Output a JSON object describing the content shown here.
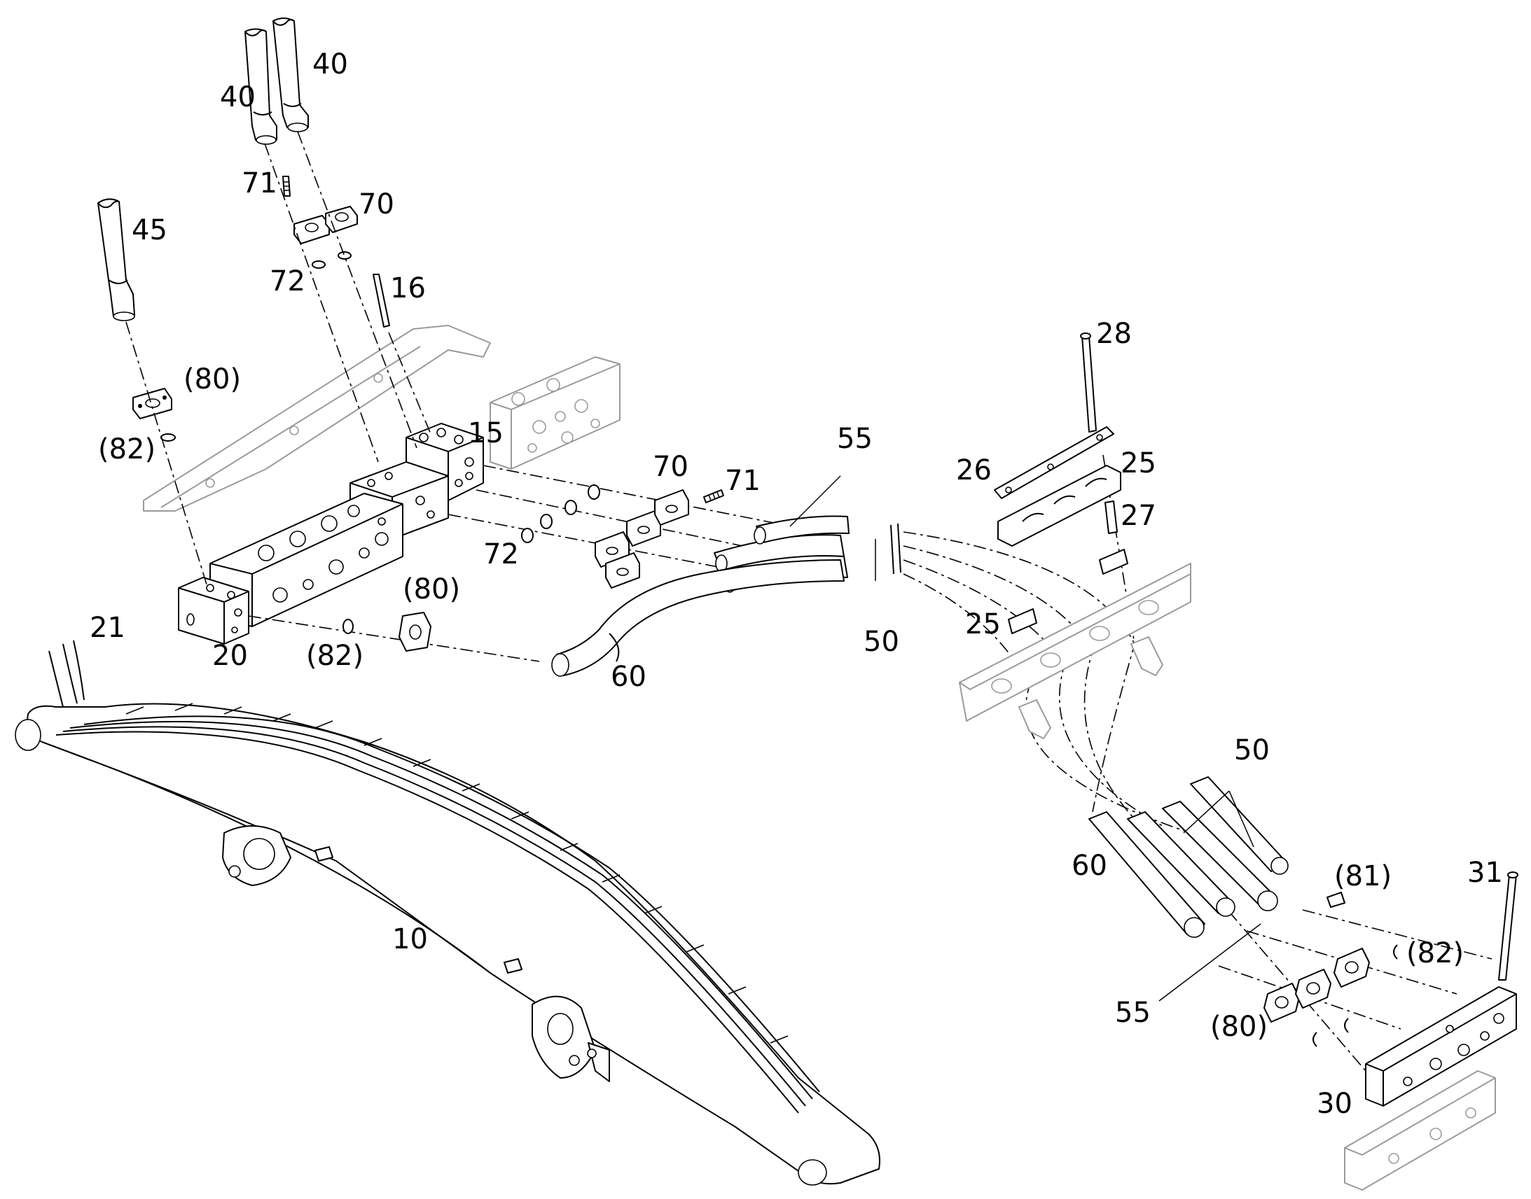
{
  "callouts": [
    {
      "id": "c10",
      "text": "10"
    },
    {
      "id": "c15",
      "text": "15"
    },
    {
      "id": "c16",
      "text": "16"
    },
    {
      "id": "c20",
      "text": "20"
    },
    {
      "id": "c21",
      "text": "21"
    },
    {
      "id": "c25a",
      "text": "25"
    },
    {
      "id": "c25b",
      "text": "25"
    },
    {
      "id": "c26",
      "text": "26"
    },
    {
      "id": "c27",
      "text": "27"
    },
    {
      "id": "c28",
      "text": "28"
    },
    {
      "id": "c30",
      "text": "30"
    },
    {
      "id": "c31",
      "text": "31"
    },
    {
      "id": "c40a",
      "text": "40"
    },
    {
      "id": "c40b",
      "text": "40"
    },
    {
      "id": "c45",
      "text": "45"
    },
    {
      "id": "c50a",
      "text": "50"
    },
    {
      "id": "c50b",
      "text": "50"
    },
    {
      "id": "c55a",
      "text": "55"
    },
    {
      "id": "c55b",
      "text": "55"
    },
    {
      "id": "c60a",
      "text": "60"
    },
    {
      "id": "c60b",
      "text": "60"
    },
    {
      "id": "c70a",
      "text": "70"
    },
    {
      "id": "c70b",
      "text": "70"
    },
    {
      "id": "c71a",
      "text": "71"
    },
    {
      "id": "c71b",
      "text": "71"
    },
    {
      "id": "c72a",
      "text": "72"
    },
    {
      "id": "c72b",
      "text": "72"
    },
    {
      "id": "c80a",
      "text": "(80)"
    },
    {
      "id": "c80b",
      "text": "(80)"
    },
    {
      "id": "c80c",
      "text": "(80)"
    },
    {
      "id": "c81",
      "text": "(81)"
    },
    {
      "id": "c82a",
      "text": "(82)"
    },
    {
      "id": "c82b",
      "text": "(82)"
    },
    {
      "id": "c82c",
      "text": "(82)"
    }
  ],
  "colors": {
    "line": "#000000",
    "ghost": "#9a9a9a",
    "background": "#ffffff"
  }
}
